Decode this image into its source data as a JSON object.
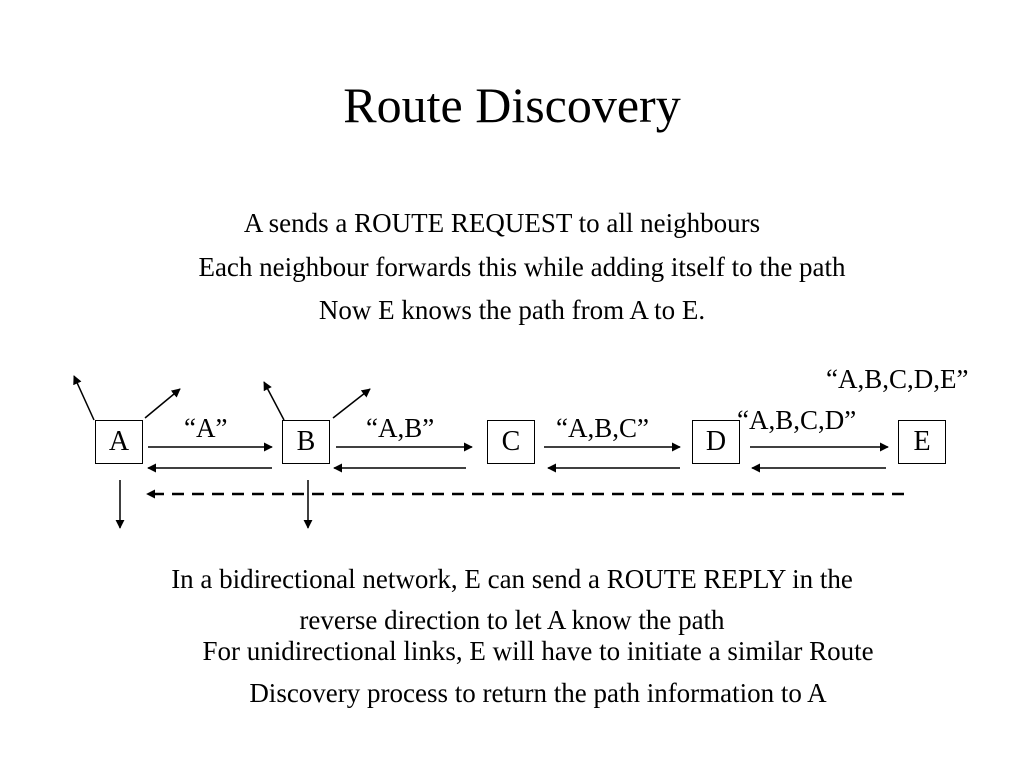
{
  "slide": {
    "title": "Route Discovery",
    "intro": [
      "A sends a ROUTE REQUEST to all neighbours",
      "Each neighbour forwards this while adding itself to the path",
      "Now E knows the path from A to E."
    ],
    "nodes": [
      "A",
      "B",
      "C",
      "D",
      "E"
    ],
    "path_labels": [
      "“A”",
      "“A,B”",
      "“A,B,C”",
      "“A,B,C,D”",
      "“A,B,C,D,E”"
    ],
    "reply_text": [
      "In a bidirectional network, E can send a ROUTE REPLY in the",
      "reverse direction to let A know the path"
    ],
    "unidirectional_text": [
      "For unidirectional links, E will have to initiate a similar Route",
      "Discovery process to return the path information to A"
    ]
  }
}
